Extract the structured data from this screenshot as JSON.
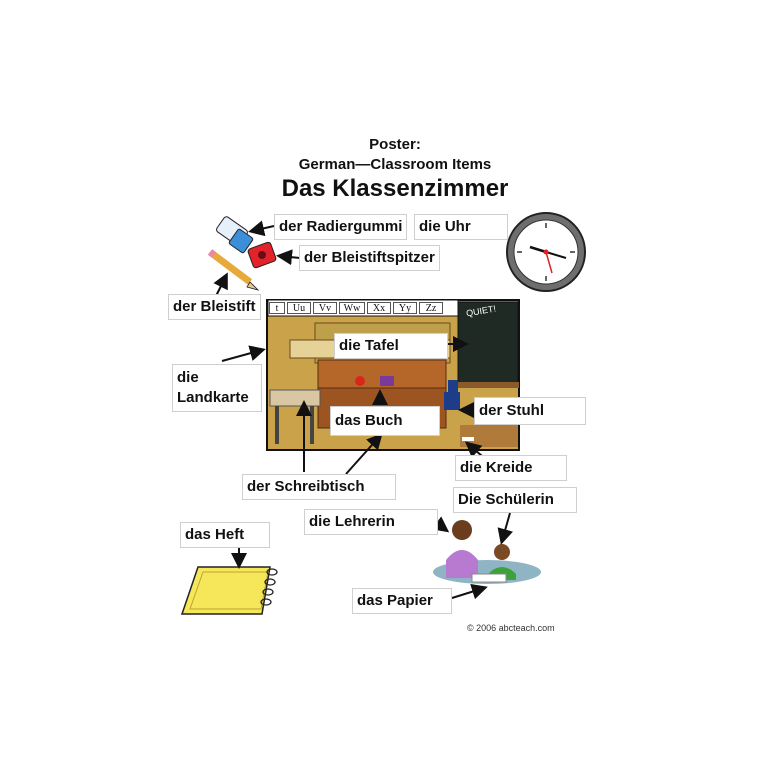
{
  "header": {
    "line1": "Poster:",
    "line2": "German—Classroom Items",
    "title": "Das Klassenzimmer"
  },
  "labels": {
    "radiergummi": "der Radiergummi",
    "uhr": "die Uhr",
    "bleistiftspitzer": "der Bleistiftspitzer",
    "bleistift": "der Bleistift",
    "landkarte": "die Landkarte",
    "tafel": "die Tafel",
    "buch": "das Buch",
    "stuhl": "der Stuhl",
    "kreide": "die Kreide",
    "schreibtisch": "der Schreibtisch",
    "schuelerin": "Die Schülerin",
    "lehrerin": "die Lehrerin",
    "heft": "das Heft",
    "papier": "das Papier"
  },
  "chalkboard": {
    "text": "QUIET!"
  },
  "alphabet": [
    "t",
    "Uu",
    "Vv",
    "Ww",
    "Xx",
    "Yy",
    "Zz"
  ],
  "copyright": "© 2006 abcteach.com"
}
